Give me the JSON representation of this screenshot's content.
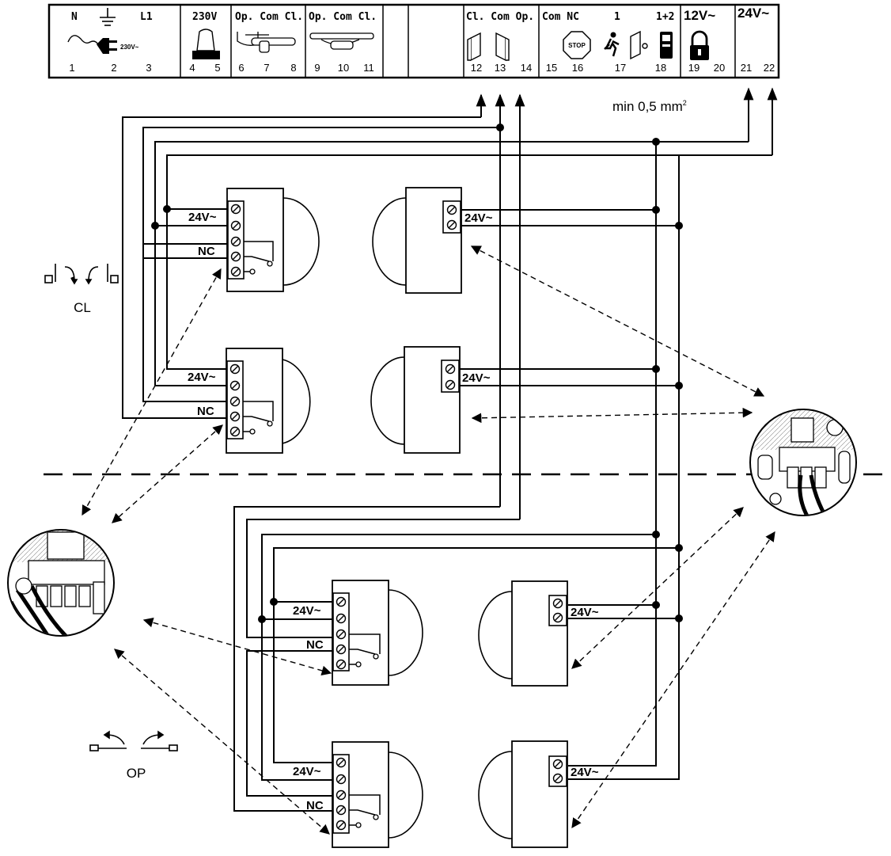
{
  "terminal_block": {
    "headers": {
      "n": "N",
      "l1": "L1",
      "v230_plug": "230V~",
      "v230": "230V",
      "opcomcl_1": "Op. Com Cl.",
      "opcomcl_2": "Op. Com Cl.",
      "clcomop": "Cl. Com Op.",
      "comnc": "Com NC",
      "one": "1",
      "onetwo": "1+2",
      "stop": "STOP",
      "v12": "12V~",
      "v24": "24V~"
    },
    "numbers": [
      "1",
      "2",
      "3",
      "4",
      "5",
      "6",
      "7",
      "8",
      "9",
      "10",
      "11",
      "12",
      "13",
      "14",
      "15",
      "16",
      "17",
      "18",
      "19",
      "20",
      "21",
      "22"
    ]
  },
  "wire_note": {
    "text": "min 0,5 mm",
    "sup": "2"
  },
  "photocells": {
    "v24": "24V~",
    "nc": "NC"
  },
  "zones": {
    "closing": "CL",
    "opening": "OP"
  },
  "colors": {
    "line": "#000000",
    "background": "#ffffff"
  }
}
